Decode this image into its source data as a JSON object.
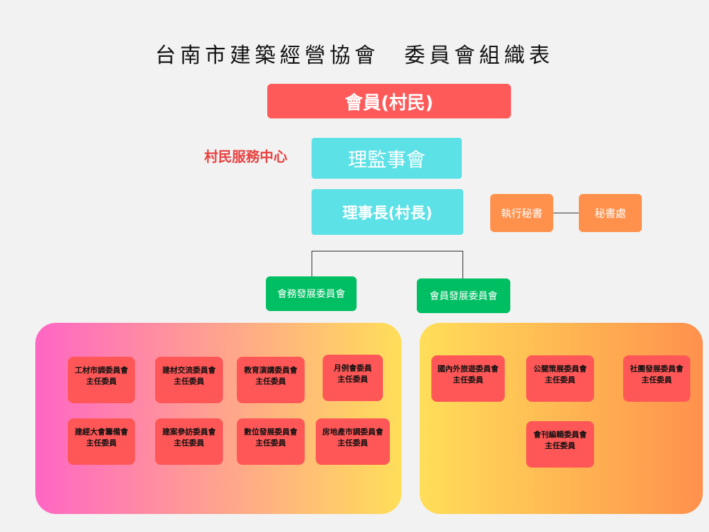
{
  "title": "台南市建築經營協會　委員會組織表",
  "member": "會員(村民)",
  "service_center": "村民服務中心",
  "board": "理監事會",
  "chair": "理事長(村長)",
  "exec_secretary": "執行秘書",
  "secretariat": "秘書處",
  "dept_affairs": "會務發展委員會",
  "dept_members": "會員發展委員會",
  "role": "主任委員",
  "left_committees": [
    "工材市調委員會",
    "建材交流委員會",
    "教育演講委員會",
    "月例會委員",
    "建經大會籌備會",
    "建案參訪委員會",
    "數位發展委員會",
    "房地產市調委員會"
  ],
  "right_committees": [
    "國內外旅遊委員會",
    "公關策展委員會",
    "社團發展委員會",
    "會刊編輯委員會"
  ]
}
